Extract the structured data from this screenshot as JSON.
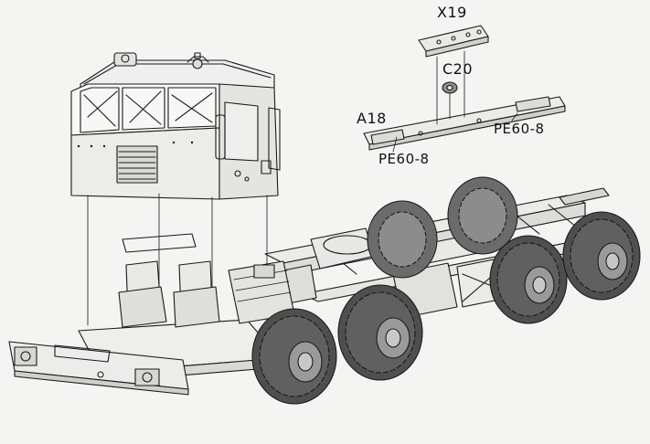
{
  "diagram": {
    "labels": {
      "x19": "X19",
      "c20": "C20",
      "a18": "A18",
      "pe60_left": "PE60-8",
      "pe60_right": "PE60-8"
    },
    "colors": {
      "ink": "#1a1a1a",
      "paper": "#f4f4f2",
      "tire_fill": "#5a5a5a",
      "panel_fill": "#e8e8e6"
    }
  }
}
